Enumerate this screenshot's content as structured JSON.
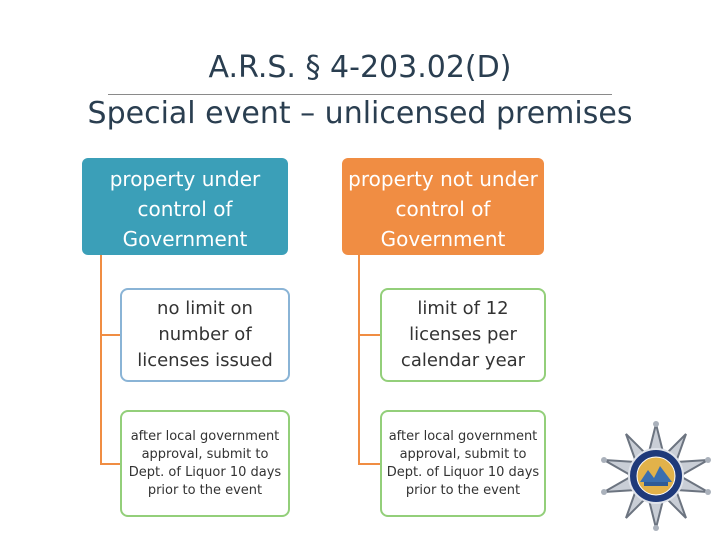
{
  "title": {
    "line1": "A.R.S. § 4-203.02(D)",
    "line2": "Special event – unlicensed premises"
  },
  "columns": [
    {
      "header": "property under control of Government",
      "items": [
        "no limit on number of licenses issued",
        "after local government approval, submit to Dept. of Liquor 10 days prior to the event"
      ]
    },
    {
      "header": "property not under control of Government",
      "items": [
        "limit of 12 licenses per calendar year",
        "after local government approval, submit to Dept. of Liquor 10 days prior to the event"
      ]
    }
  ],
  "colors": {
    "gov_header": "#3b9fb8",
    "nongov_header": "#f08d43",
    "connector": "#f08d43",
    "card_border_blue": "#8ab4d6",
    "card_border_green": "#93cf7a"
  },
  "icons": {
    "badge": "arizona-department-of-liquor-star-badge"
  }
}
